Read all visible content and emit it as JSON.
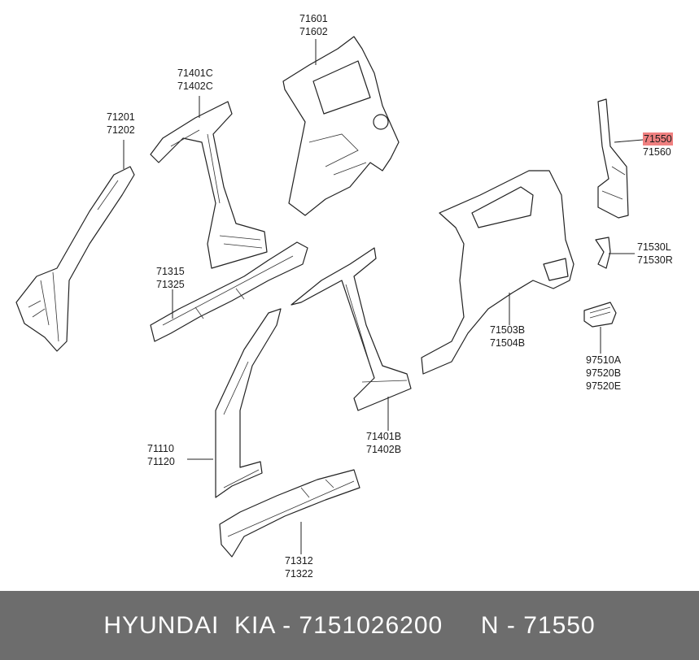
{
  "parts": [
    {
      "id": "p71201",
      "lines": [
        "71201",
        "71202"
      ],
      "highlight": false
    },
    {
      "id": "p71401c",
      "lines": [
        "71401C",
        "71402C"
      ],
      "highlight": false
    },
    {
      "id": "p71601",
      "lines": [
        "71601",
        "71602"
      ],
      "highlight": false
    },
    {
      "id": "p71550",
      "lines": [
        "71550",
        "71560"
      ],
      "highlight": true
    },
    {
      "id": "p71315",
      "lines": [
        "71315",
        "71325"
      ],
      "highlight": false
    },
    {
      "id": "p71530",
      "lines": [
        "71530L",
        "71530R"
      ],
      "highlight": false
    },
    {
      "id": "p71503",
      "lines": [
        "71503B",
        "71504B"
      ],
      "highlight": false
    },
    {
      "id": "p97510",
      "lines": [
        "97510A",
        "97520B",
        "97520E"
      ],
      "highlight": false
    },
    {
      "id": "p71110",
      "lines": [
        "71110",
        "71120"
      ],
      "highlight": false
    },
    {
      "id": "p71401b",
      "lines": [
        "71401B",
        "71402B"
      ],
      "highlight": false
    },
    {
      "id": "p71312",
      "lines": [
        "71312",
        "71322"
      ],
      "highlight": false
    }
  ],
  "footer": {
    "text": "HYUNDAI  KIA - 7151026200     N - 71550"
  },
  "colors": {
    "highlight": "#f08080",
    "footer_bg": "#6d6d6d",
    "footer_text": "#ffffff"
  }
}
